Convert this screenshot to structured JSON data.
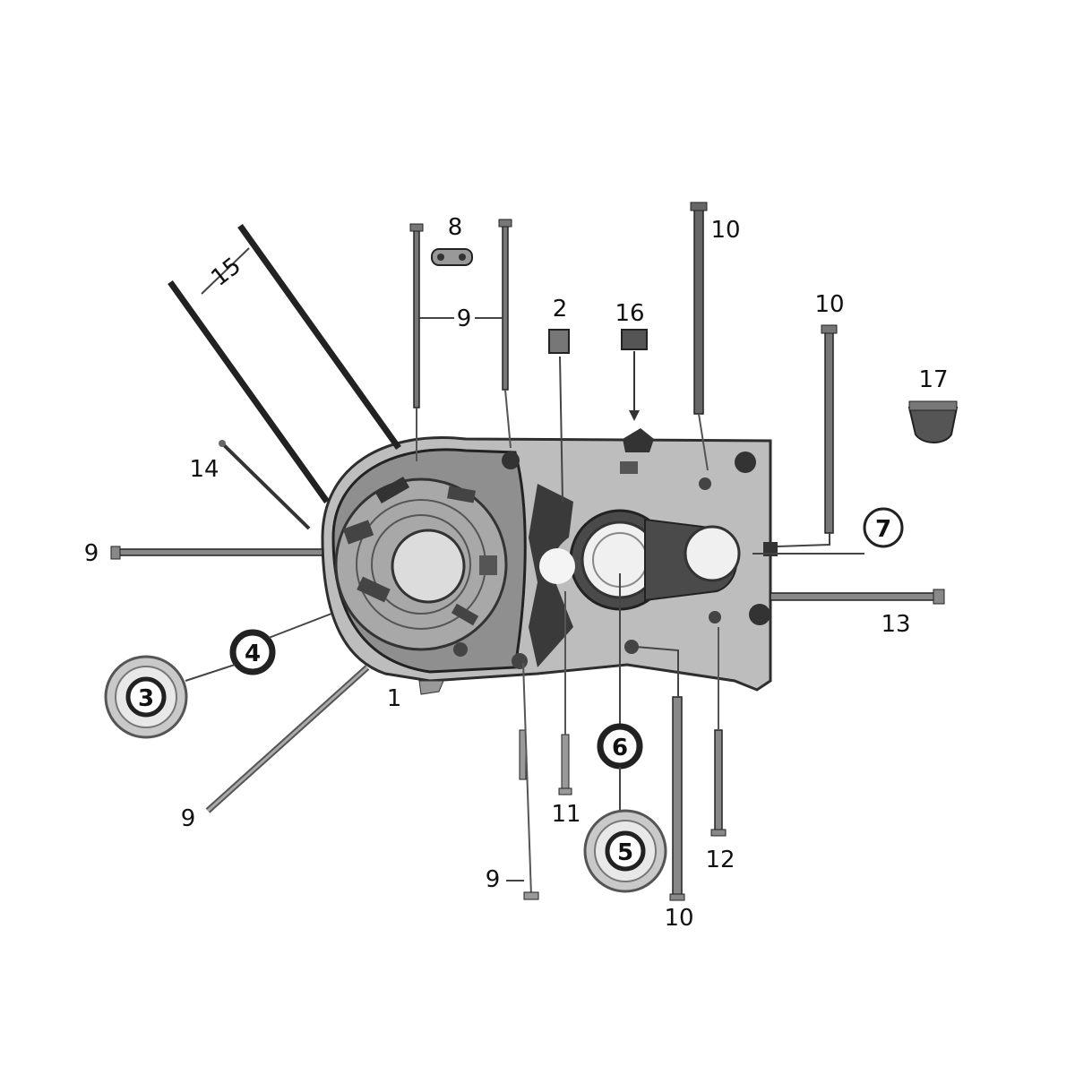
{
  "callouts": {
    "c1": "1",
    "c2": "2",
    "c3": "3",
    "c4": "4",
    "c5": "5",
    "c6": "6",
    "c7": "7",
    "c8": "8",
    "c9_top": "9",
    "c9_left": "9",
    "c9_bottom_left": "9",
    "c9_bottom": "9",
    "c10_top": "10",
    "c10_right": "10",
    "c10_bottom": "10",
    "c11": "11",
    "c12": "12",
    "c13": "13",
    "c14": "14",
    "c15": "15",
    "c16": "16",
    "c17": "17"
  }
}
